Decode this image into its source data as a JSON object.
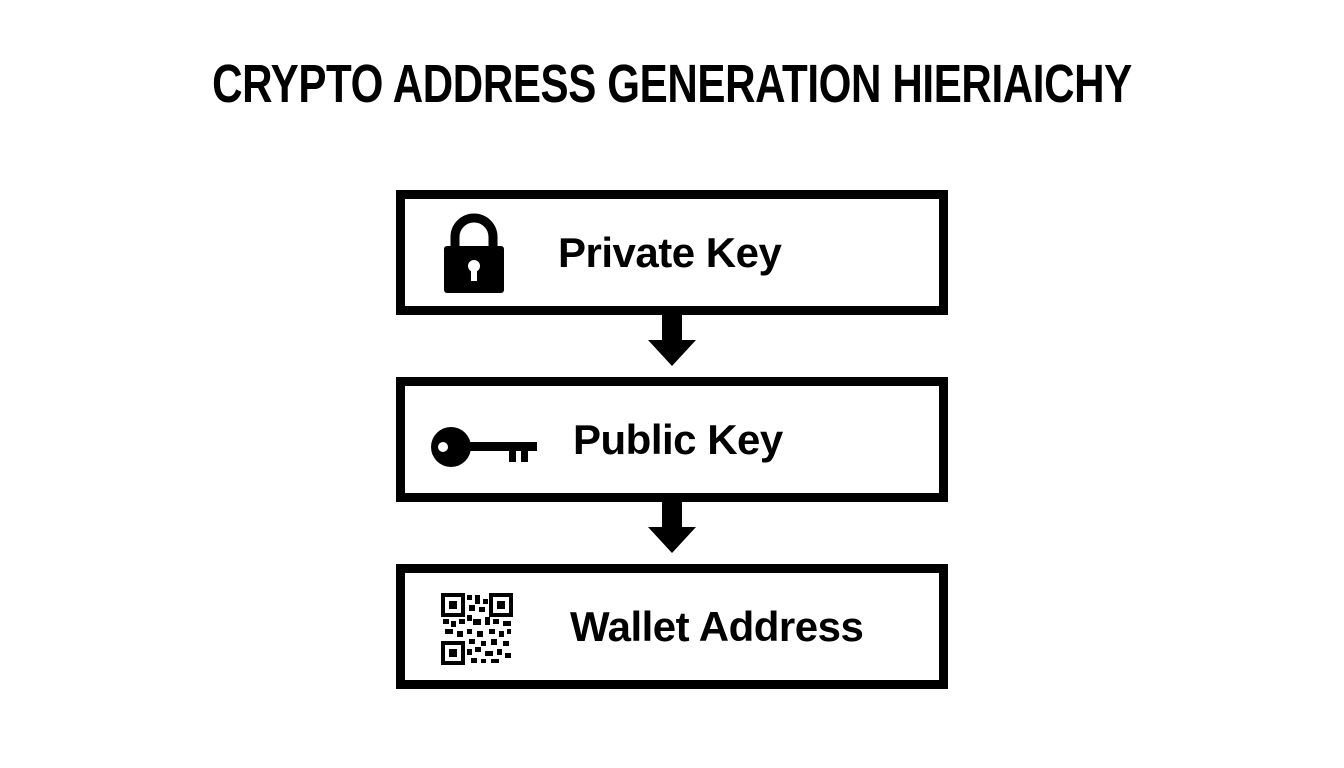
{
  "title": "CRYPTO ADDRESS GENERATION HIERIAICHY",
  "nodes": [
    {
      "label": "Private Key",
      "icon": "lock-icon"
    },
    {
      "label": "Public Key",
      "icon": "key-icon"
    },
    {
      "label": "Wallet Address",
      "icon": "qr-code-icon"
    }
  ],
  "edges": [
    {
      "from": "Private Key",
      "to": "Public Key"
    },
    {
      "from": "Public Key",
      "to": "Wallet Address"
    }
  ],
  "colors": {
    "stroke": "#000000",
    "background": "#ffffff"
  }
}
